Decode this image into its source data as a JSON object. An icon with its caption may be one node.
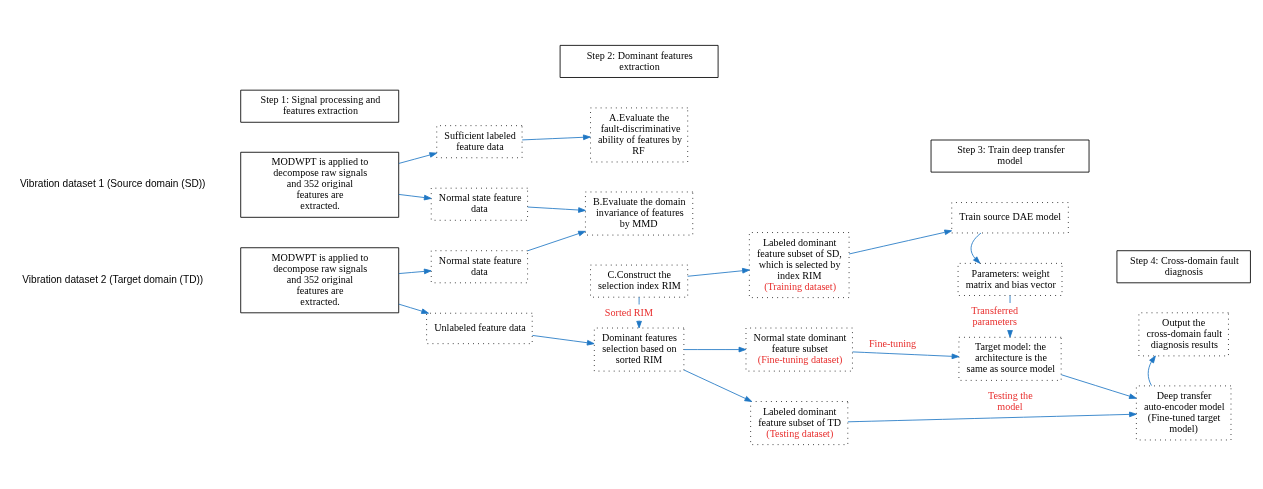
{
  "diagram": {
    "nodes": [
      {
        "text": [
          "Step 1: Signal processing and features extraction"
        ]
      },
      {
        "text": [
          "Step 2: Dominant features extraction"
        ]
      },
      {
        "text": [
          "Step 3: Train deep transfer model"
        ]
      },
      {
        "text": [
          "Step 4: Cross-domain fault diagnosis"
        ]
      },
      {
        "text": [
          "MODWPT is applied to decompose raw signals and 352 original features are extracted."
        ]
      },
      {
        "text": [
          "Sufficient labeled feature data"
        ]
      },
      {
        "text": [
          "Normal state feature data"
        ]
      },
      {
        "text": [
          "A.Evaluate the fault-discriminative ability of features by RF"
        ]
      },
      {
        "text": [
          "B.Evaluate the domain invariance of features by MMD"
        ]
      },
      {
        "text": [
          "C.Construct the selection index RIM"
        ]
      },
      {
        "text": [
          "Labeled dominant feature subset of SD, which is selected by index RIM",
          "(Training dataset)"
        ]
      },
      {
        "text": [
          "Train source DAE model"
        ]
      },
      {
        "text": [
          "Parameters: weight matrix and bias vector"
        ]
      },
      {
        "text": [
          "Output the cross-domain fault diagnosis results"
        ]
      },
      {
        "text": [
          "MODWPT is applied to decompose raw signals and 352 original features are extracted."
        ]
      },
      {
        "text": [
          "Normal state feature data"
        ]
      },
      {
        "text": [
          "Unlabeled feature data"
        ]
      },
      {
        "text": [
          "Dominant features selection based on sorted RIM"
        ]
      },
      {
        "text": [
          "Normal state dominant feature subset",
          "(Fine-tuning dataset)"
        ]
      },
      {
        "text": [
          "Labeled dominant feature subset of TD",
          "(Testing dataset)"
        ]
      },
      {
        "text": [
          "Target model: the architecture is the same as source model"
        ]
      },
      {
        "text": [
          "Deep transfer auto-encoder model (Fine-tuned target model)"
        ]
      }
    ],
    "edges": [
      {
        "from": 4,
        "to": 5,
        "arrow": "to"
      },
      {
        "from": 4,
        "to": 6,
        "arrow": "to"
      },
      {
        "from": 5,
        "to": 7,
        "arrow": "to"
      },
      {
        "from": 6,
        "to": 8,
        "arrow": "to"
      },
      {
        "from": 15,
        "to": 8,
        "arrow": "to"
      },
      {
        "from": 9,
        "to": 10,
        "arrow": "to"
      },
      {
        "from": 10,
        "to": 11,
        "arrow": "to"
      },
      {
        "from": 11,
        "to": 12,
        "arrow": "to"
      },
      {
        "from": 12,
        "to": 20,
        "arrow": "to",
        "label": "Transferred parameters"
      },
      {
        "from": 9,
        "to": 17,
        "arrow": "to",
        "label": "Sorted RIM"
      },
      {
        "from": 14,
        "to": 15,
        "arrow": "to"
      },
      {
        "from": 14,
        "to": 16,
        "arrow": "to"
      },
      {
        "from": 16,
        "to": 17,
        "arrow": "to"
      },
      {
        "from": 17,
        "to": 18,
        "arrow": "to"
      },
      {
        "from": 17,
        "to": 19,
        "arrow": "to"
      },
      {
        "from": 18,
        "to": 20,
        "arrow": "to",
        "label": "Fine-tuning"
      },
      {
        "from": 20,
        "to": 21,
        "arrow": "to"
      },
      {
        "from": 21,
        "to": 13,
        "arrow": "to"
      },
      {
        "from": 19,
        "to": 21,
        "arrow": "to",
        "label": "Testing the model"
      }
    ],
    "labels": [
      "Vibration dataset 1 (Source domain (SD))",
      "Vibration dataset 2 (Target domain (TD))"
    ]
  }
}
